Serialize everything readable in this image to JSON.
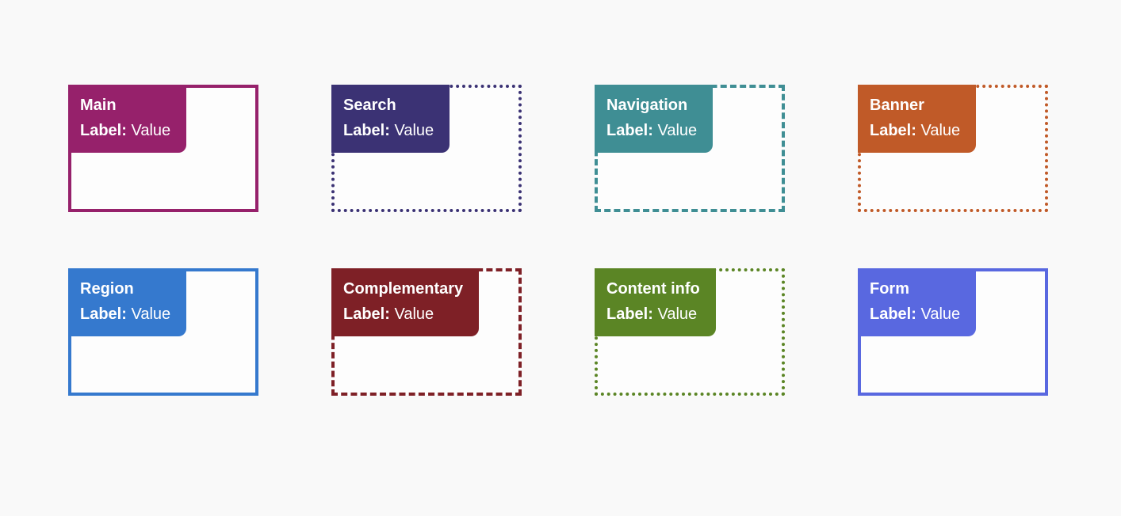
{
  "page": {
    "background_color": "#f9f9f9",
    "box_fill_color": "#fdfdfd",
    "tag_text_color": "#ffffff"
  },
  "landmarks": [
    {
      "title": "Main",
      "label": "Label:",
      "value": "Value",
      "color": "#96216b",
      "border_style": "solid"
    },
    {
      "title": "Search",
      "label": "Label:",
      "value": "Value",
      "color": "#3b3274",
      "border_style": "dotted"
    },
    {
      "title": "Navigation",
      "label": "Label:",
      "value": "Value",
      "color": "#3f8e94",
      "border_style": "dashed"
    },
    {
      "title": "Banner",
      "label": "Label:",
      "value": "Value",
      "color": "#c05a28",
      "border_style": "dotted"
    },
    {
      "title": "Region",
      "label": "Label:",
      "value": "Value",
      "color": "#3579ce",
      "border_style": "solid"
    },
    {
      "title": "Complementary",
      "label": "Label:",
      "value": "Value",
      "color": "#7e2026",
      "border_style": "dashed"
    },
    {
      "title": "Content info",
      "label": "Label:",
      "value": "Value",
      "color": "#5b8525",
      "border_style": "dotted"
    },
    {
      "title": "Form",
      "label": "Label:",
      "value": "Value",
      "color": "#5968e0",
      "border_style": "solid"
    }
  ]
}
